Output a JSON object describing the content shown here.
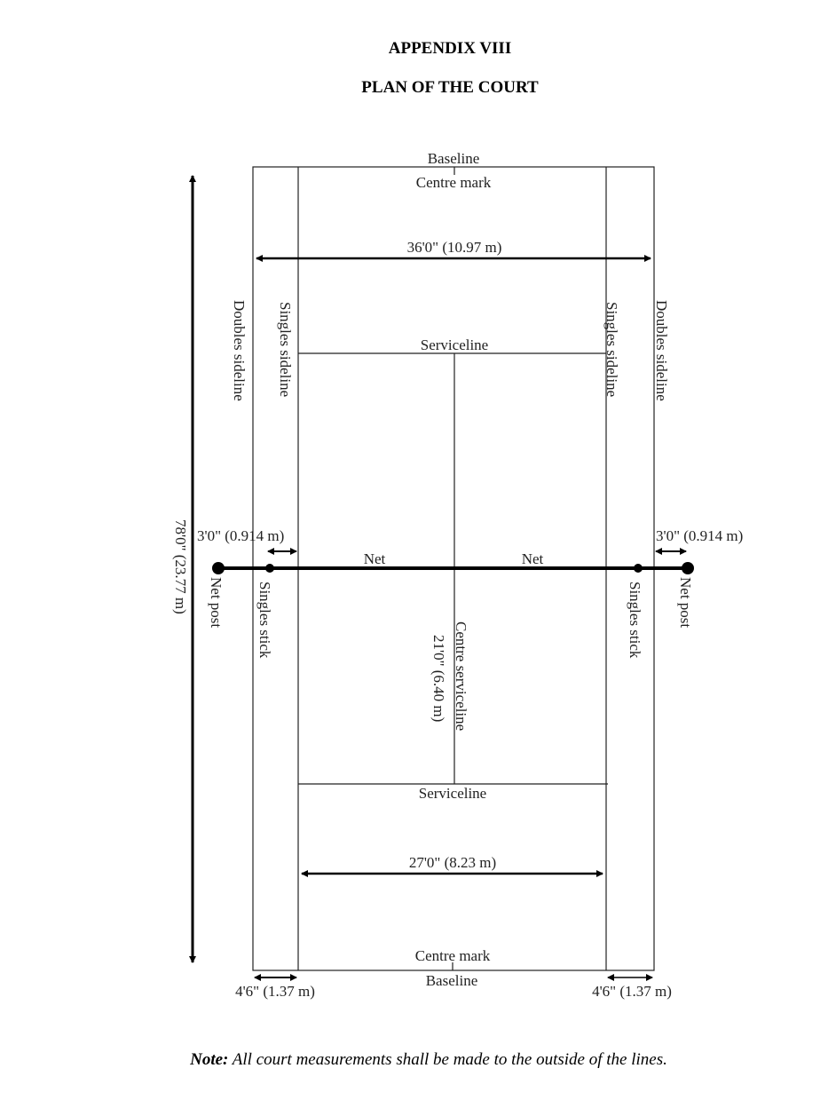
{
  "heading": "APPENDIX VIII",
  "subheading": "PLAN OF THE COURT",
  "labels": {
    "baseline_top": "Baseline",
    "centre_mark_top": "Centre mark",
    "width_doubles": "36'0\" (10.97 m)",
    "doubles_sideline_left": "Doubles sideline",
    "singles_sideline_left": "Singles sideline",
    "singles_sideline_right": "Singles sideline",
    "doubles_sideline_right": "Doubles sideline",
    "serviceline_top": "Serviceline",
    "length": "78'0\"  (23.77 m)",
    "net_post_offset_left": "3'0\" (0.914 m)",
    "net_post_offset_right": "3'0\" (0.914 m)",
    "net_left": "Net",
    "net_right": "Net",
    "net_post_left": "Net post",
    "net_post_right": "Net post",
    "singles_stick_left": "Singles stick",
    "singles_stick_right": "Singles stick",
    "centre_serviceline": "Centre serviceline",
    "service_length": "21'0\" (6.40 m)",
    "serviceline_bottom": "Serviceline",
    "width_singles": "27'0\" (8.23 m)",
    "centre_mark_bottom": "Centre mark",
    "baseline_bottom": "Baseline",
    "alley_left": "4'6\" (1.37 m)",
    "alley_right": "4'6\" (1.37 m)"
  },
  "note": {
    "label": "Note:",
    "text": " All court measurements shall be made to the outside of the lines."
  }
}
